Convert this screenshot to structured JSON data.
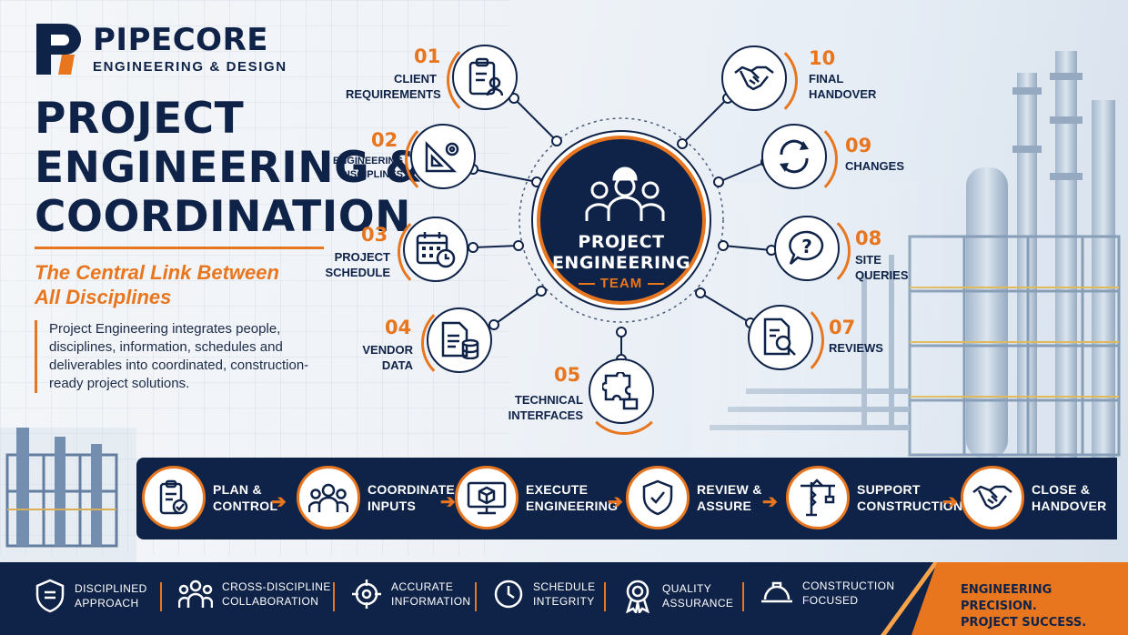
{
  "brand": {
    "name": "PIPECORE",
    "tagline": "ENGINEERING & DESIGN"
  },
  "headline": {
    "title_lines": [
      "PROJECT",
      "ENGINEERING &",
      "COORDINATION"
    ],
    "subtitle_lines": [
      "The Central Link Between",
      "All Disciplines"
    ]
  },
  "description": "Project Engineering integrates people, disciplines, information, schedules and deliverables into coordinated, construction-ready project solutions.",
  "hub": {
    "title_lines": [
      "PROJECT",
      "ENGINEERING"
    ],
    "team": "TEAM",
    "icon": "team-hardhat-icon"
  },
  "nodes": [
    {
      "num": "01",
      "lines": [
        "CLIENT",
        "REQUIREMENTS"
      ],
      "icon": "clipboard-user-icon"
    },
    {
      "num": "02",
      "lines": [
        "ENGINEERING",
        "DISCIPLINES"
      ],
      "icon": "set-square-gear-icon"
    },
    {
      "num": "03",
      "lines": [
        "PROJECT",
        "SCHEDULE"
      ],
      "icon": "calendar-clock-icon"
    },
    {
      "num": "04",
      "lines": [
        "VENDOR",
        "DATA"
      ],
      "icon": "document-database-icon"
    },
    {
      "num": "05",
      "lines": [
        "TECHNICAL",
        "INTERFACES"
      ],
      "icon": "puzzle-icon"
    },
    {
      "num": "07",
      "lines": [
        "REVIEWS"
      ],
      "icon": "document-magnifier-icon"
    },
    {
      "num": "08",
      "lines": [
        "SITE",
        "QUERIES"
      ],
      "icon": "question-bubble-icon"
    },
    {
      "num": "09",
      "lines": [
        "CHANGES"
      ],
      "icon": "refresh-arrows-icon"
    },
    {
      "num": "10",
      "lines": [
        "FINAL",
        "HANDOVER"
      ],
      "icon": "handshake-icon"
    }
  ],
  "process": [
    {
      "lines": [
        "PLAN &",
        "CONTROL"
      ],
      "icon": "clipboard-check-icon"
    },
    {
      "lines": [
        "COORDINATE",
        "INPUTS"
      ],
      "icon": "people-group-icon"
    },
    {
      "lines": [
        "EXECUTE",
        "ENGINEERING"
      ],
      "icon": "monitor-cube-icon"
    },
    {
      "lines": [
        "REVIEW &",
        "ASSURE"
      ],
      "icon": "shield-check-icon"
    },
    {
      "lines": [
        "SUPPORT",
        "CONSTRUCTION"
      ],
      "icon": "crane-icon"
    },
    {
      "lines": [
        "CLOSE &",
        "HANDOVER"
      ],
      "icon": "handshake-icon"
    }
  ],
  "footer": [
    {
      "lines": [
        "DISCIPLINED",
        "APPROACH"
      ],
      "icon": "shield-lines-icon"
    },
    {
      "lines": [
        "CROSS-DISCIPLINE",
        "COLLABORATION"
      ],
      "icon": "people-icon"
    },
    {
      "lines": [
        "ACCURATE",
        "INFORMATION"
      ],
      "icon": "target-icon"
    },
    {
      "lines": [
        "SCHEDULE",
        "INTEGRITY"
      ],
      "icon": "clock-icon"
    },
    {
      "lines": [
        "QUALITY",
        "ASSURANCE"
      ],
      "icon": "award-ribbon-icon"
    },
    {
      "lines": [
        "CONSTRUCTION",
        "FOCUSED"
      ],
      "icon": "hardhat-icon"
    }
  ],
  "slogan_lines": [
    "ENGINEERING PRECISION.",
    "PROJECT SUCCESS."
  ],
  "colors": {
    "navy": "#0f2248",
    "orange": "#e8761f",
    "steel": "#a9bdd3"
  }
}
